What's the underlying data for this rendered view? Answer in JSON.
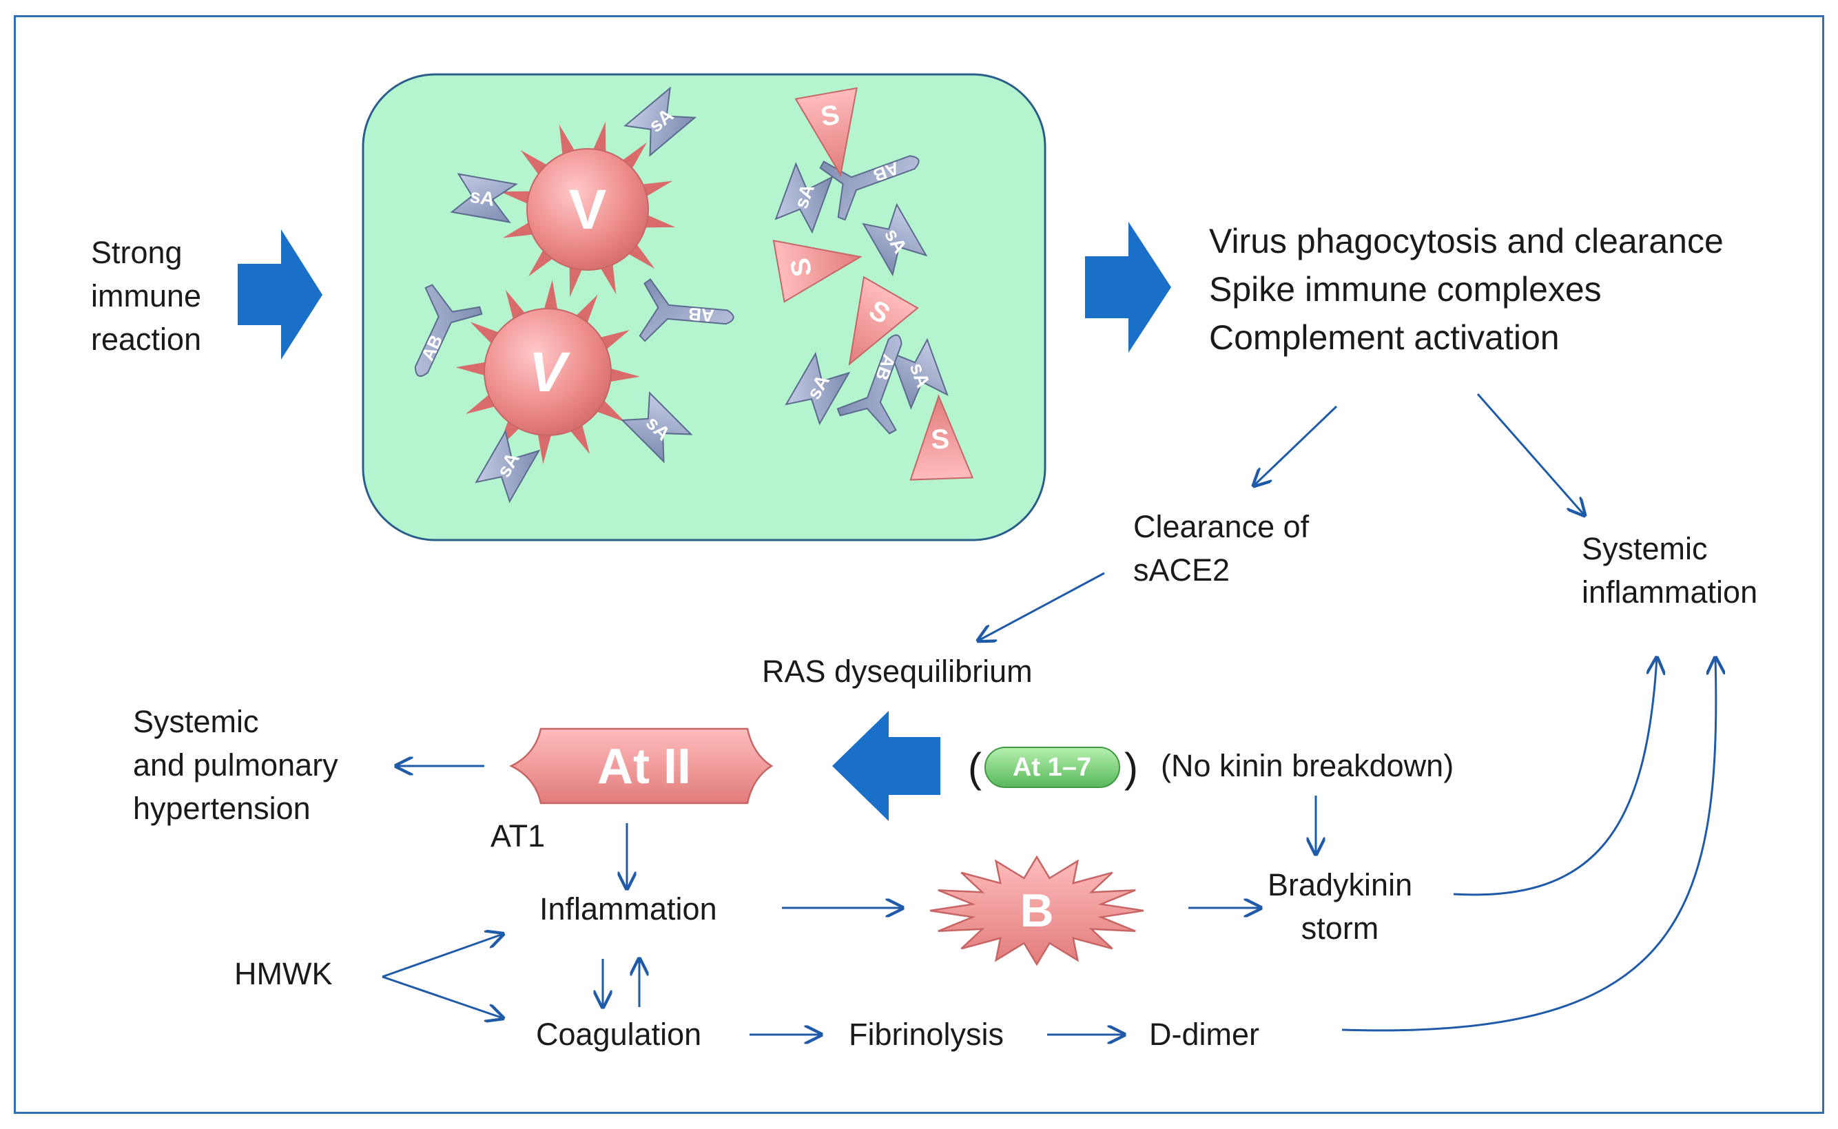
{
  "left_label": [
    "Strong",
    "immune",
    "reaction"
  ],
  "outcomes": [
    "Virus phagocytosis and clearance",
    "Spike immune complexes",
    "Complement activation"
  ],
  "clearance": [
    "Clearance of",
    "sACE2"
  ],
  "systemic_inflammation": [
    "Systemic",
    "inflammation"
  ],
  "ras": "RAS dysequilibrium",
  "hypertension": [
    "Systemic",
    "and pulmonary",
    "hypertension"
  ],
  "at2_label": "At II",
  "at1_label": "AT1",
  "at17_label": "At 1–7",
  "paren_open": "(",
  "paren_close": ")",
  "no_kinin": "(No kinin breakdown)",
  "bradykinin_storm": [
    "Bradykinin",
    "storm"
  ],
  "b_label": "B",
  "inflammation": "Inflammation",
  "coagulation": "Coagulation",
  "fibrinolysis": "Fibrinolysis",
  "ddimer": "D-dimer",
  "hmwk": "HMWK",
  "virus_label": "V",
  "spike_label": "S",
  "antibody_label": "AB",
  "sa_label": "sA",
  "colors": {
    "frame": "#2f6fb3",
    "arrow": "#1e5aa8",
    "block_arrow": "#1a6fc9",
    "panel_fill": "#b4f5cf",
    "panel_stroke": "#2a5d8a",
    "pink": "#ee8c8c",
    "green_pill": "#7ed67e",
    "antibody": "#9aa6c4"
  }
}
